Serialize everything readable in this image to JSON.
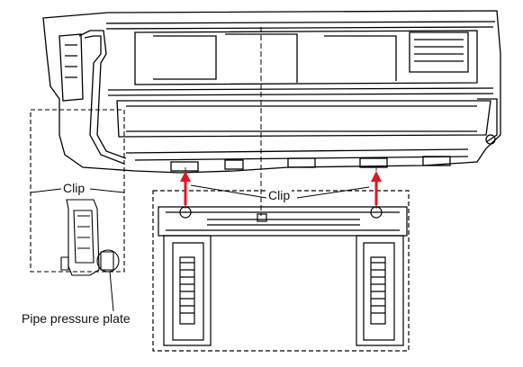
{
  "labels": {
    "clip_left": "Clip",
    "clip_center": "Clip",
    "pipe_pressure_plate": "Pipe pressure plate"
  },
  "colors": {
    "line": "#000000",
    "arrow": "#e8141c",
    "background": "#ffffff"
  },
  "icons": {
    "arrow": "up-arrow-icon"
  }
}
